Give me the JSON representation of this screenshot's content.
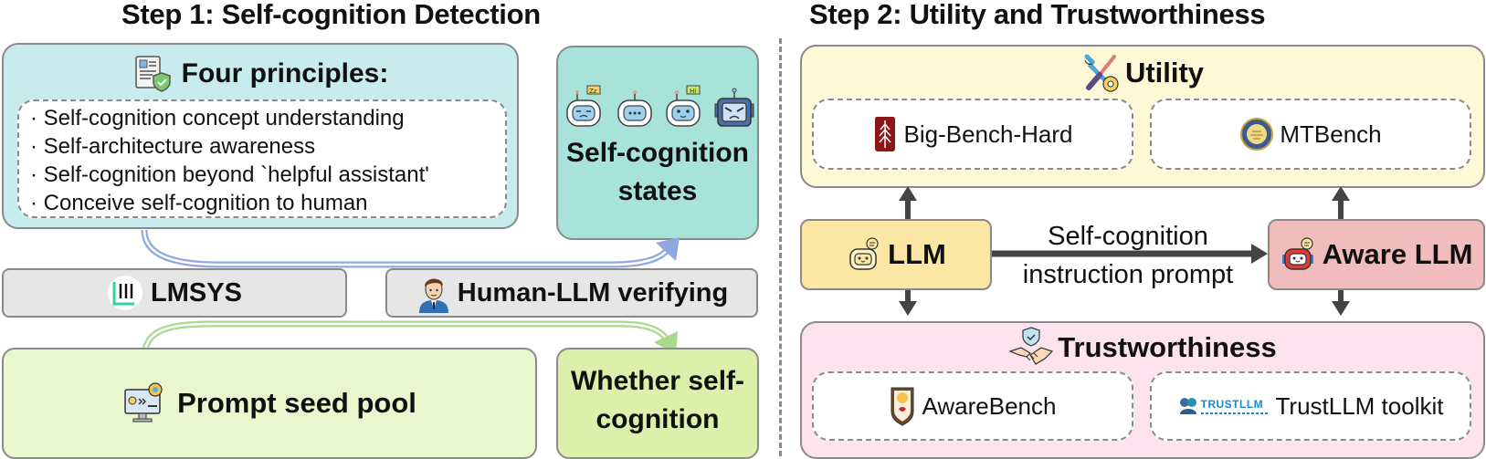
{
  "step1": {
    "title": "Step 1: Self-cognition Detection",
    "principles": {
      "heading": "Four principles:",
      "items": [
        "· Self-cognition concept understanding",
        "· Self-architecture awareness",
        "· Self-cognition beyond `helpful assistant'",
        "· Conceive self-cognition to human"
      ]
    },
    "states": {
      "line1": "Self-cognition",
      "line2": "states"
    },
    "lmsys": "LMSYS",
    "human_verify": "Human-LLM verifying",
    "seed_pool": "Prompt seed pool",
    "whether": {
      "line1": "Whether self-",
      "line2": "cognition"
    }
  },
  "step2": {
    "title": "Step 2: Utility and Trustworthiness",
    "utility": {
      "heading": "Utility",
      "benchmarks": [
        "Big-Bench-Hard",
        "MTBench"
      ]
    },
    "llm": "LLM",
    "arrow_label": {
      "line1": "Self-cognition",
      "line2": "instruction prompt"
    },
    "aware_llm": "Aware LLM",
    "trust": {
      "heading": "Trustworthiness",
      "benchmarks": [
        "AwareBench",
        "TrustLLM toolkit"
      ],
      "trustllm_logo": "TRUSTLLM"
    }
  },
  "colors": {
    "principles_bg": "#c8ebee",
    "states_bg": "#a8e3da",
    "gray_bg": "#e6e6e6",
    "green_bg": "#eaf6cd",
    "green_dark_bg": "#ddf0ab",
    "utility_bg": "#fdf8d6",
    "llm_bg": "#fce6a4",
    "aware_bg": "#f1bcbc",
    "trust_bg": "#fde3ee",
    "blue_arrow": "#8fa9e0",
    "green_arrow": "#a9d98c"
  }
}
